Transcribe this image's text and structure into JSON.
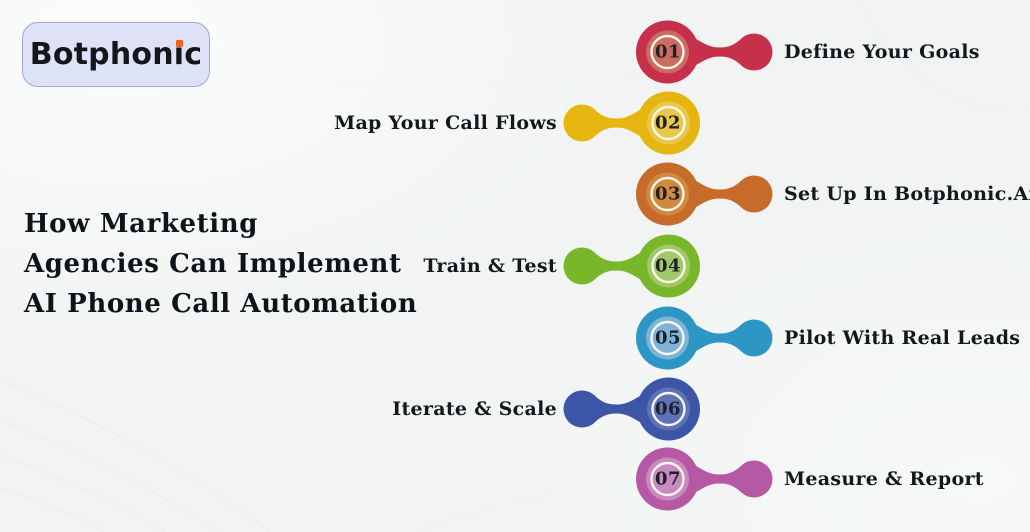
{
  "logo": {
    "part1": "Botphon",
    "part2": "i",
    "part3": "c",
    "background": "#dde2f7",
    "border_color": "#a3a9ce",
    "dot_color": "#f4611c",
    "text_color": "#15161a"
  },
  "title": {
    "lines": [
      "How Marketing",
      "Agencies Can Implement",
      "AI Phone Call Automation"
    ],
    "color": "#10141a"
  },
  "steps": [
    {
      "number": "01",
      "label": "Define Your Goals",
      "side": "right",
      "color": "#c7304b",
      "tint": "#cc6c60"
    },
    {
      "number": "02",
      "label": "Map Your Call Flows",
      "side": "left",
      "color": "#e6b510",
      "tint": "#e9c74c"
    },
    {
      "number": "03",
      "label": "Set Up In Botphonic.Ai",
      "side": "right",
      "color": "#c66b2a",
      "tint": "#d0893f"
    },
    {
      "number": "04",
      "label": "Train & Test",
      "side": "left",
      "color": "#78b62a",
      "tint": "#a3c867"
    },
    {
      "number": "05",
      "label": "Pilot With Real Leads",
      "side": "right",
      "color": "#2e96c5",
      "tint": "#7eb4d8"
    },
    {
      "number": "06",
      "label": "Iterate & Scale",
      "side": "left",
      "color": "#3c55a6",
      "tint": "#5e73b7"
    },
    {
      "number": "07",
      "label": "Measure & Report",
      "side": "right",
      "color": "#b659a5",
      "tint": "#c88abf"
    }
  ],
  "ring_color": "#faf7ec",
  "number_color": "#1c2127",
  "background_color": "#f1f4f3"
}
